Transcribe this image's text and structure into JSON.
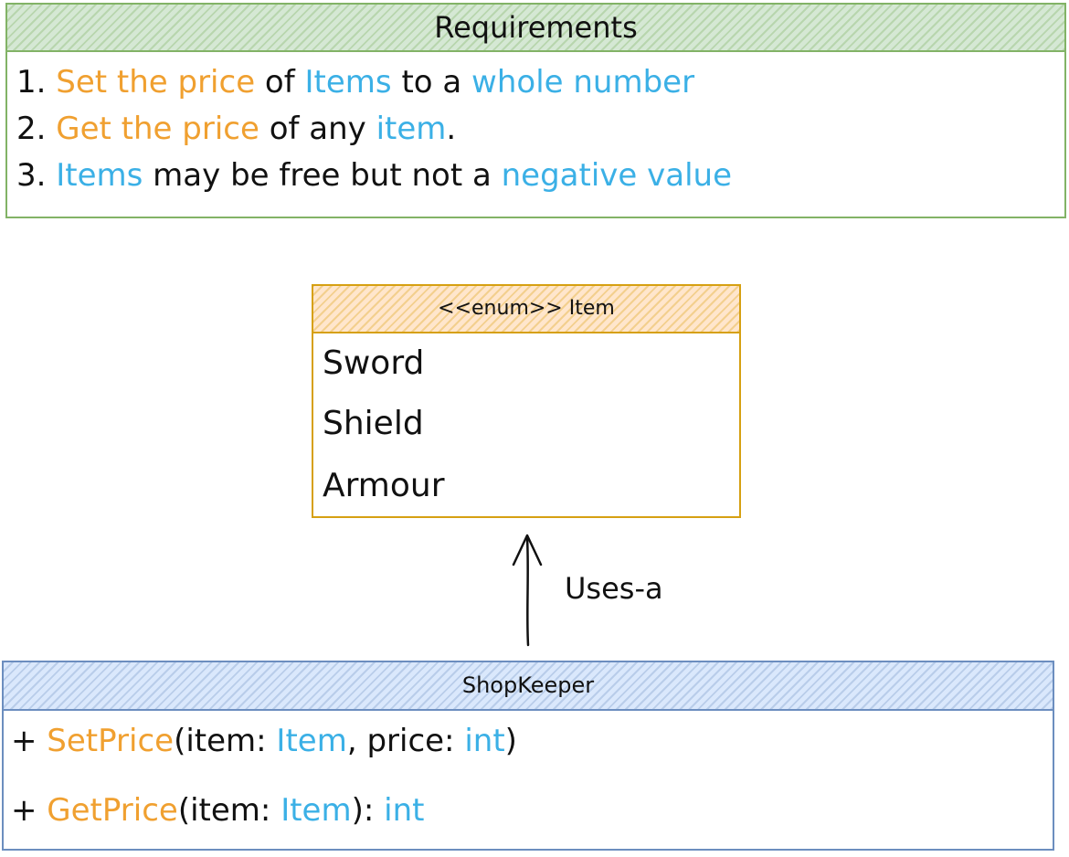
{
  "requirements": {
    "title": "Requirements",
    "items": [
      {
        "n": "1. ",
        "a": "Set the price",
        "b": " of ",
        "c": "Items",
        "d": " to a ",
        "e": "whole number"
      },
      {
        "n": "2. ",
        "a": "Get the price",
        "b": " of any ",
        "c": "item",
        "d": "."
      },
      {
        "n": "3. ",
        "a": "Items",
        "b": " may be free but not a ",
        "c": "negative value"
      }
    ]
  },
  "enum_box": {
    "title": "<<enum>> Item",
    "values": [
      "Sword",
      "Shield",
      "Armour"
    ]
  },
  "relation": {
    "label": "Uses-a"
  },
  "shopkeeper": {
    "title": "ShopKeeper",
    "methods": [
      {
        "prefix": "+ ",
        "name": "SetPrice",
        "p1": "(item: ",
        "t1": "Item",
        "p2": ", price: ",
        "t2": "int",
        "p3": ")"
      },
      {
        "prefix": "+ ",
        "name": "GetPrice",
        "p1": "(item: ",
        "t1": "Item",
        "p2": "): ",
        "t2": "int"
      }
    ]
  },
  "colors": {
    "requirements_border": "#82b366",
    "enum_border": "#d6a012",
    "class_border": "#6c8ebf",
    "method_accent": "#f0a030",
    "type_accent": "#3bb0e6"
  }
}
